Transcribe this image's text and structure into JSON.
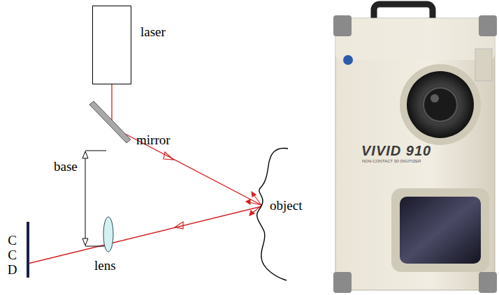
{
  "diagram": {
    "nodes": [
      {
        "text": [
          "laser"
        ]
      }
    ],
    "labels": [
      "mirror",
      "base",
      "lens",
      "object",
      "CCD",
      "VIVID 910",
      "NON-CONTACT 3D DIGITIZER"
    ]
  }
}
